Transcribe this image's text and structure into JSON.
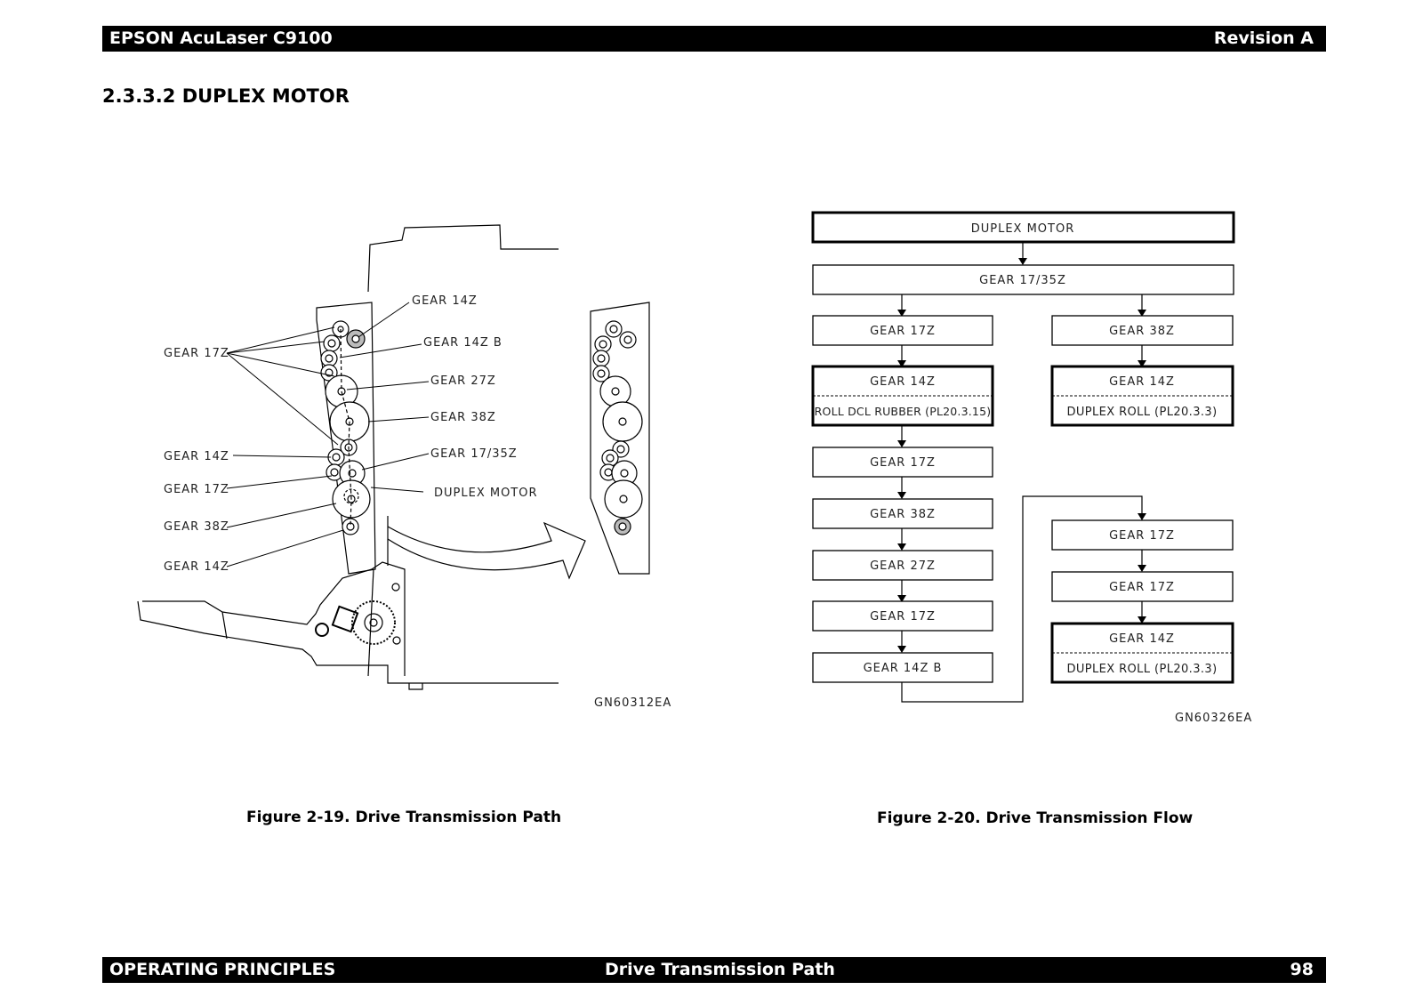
{
  "header": {
    "left": "EPSON AcuLaser C9100",
    "right": "Revision A"
  },
  "section_title": "2.3.3.2  DUPLEX MOTOR",
  "figure19": {
    "labels": {
      "gear_14z_top": "GEAR 14Z",
      "gear_14z_b": "GEAR 14Z B",
      "gear_27z": "GEAR 27Z",
      "gear_38z_right": "GEAR 38Z",
      "gear_17_35z": "GEAR 17/35Z",
      "duplex_motor": "DUPLEX MOTOR",
      "gear_17z_left": "GEAR 17Z",
      "gear_14z_left": "GEAR 14Z",
      "gear_17z_left2": "GEAR 17Z",
      "gear_38z_left": "GEAR 38Z",
      "gear_14z_left2": "GEAR 14Z"
    },
    "code": "GN60312EA",
    "caption": "Figure 2-19.  Drive Transmission Path"
  },
  "figure20": {
    "boxes": {
      "duplex_motor": "DUPLEX MOTOR",
      "gear_17_35z": "GEAR 17/35Z",
      "left_gear_17z_1": "GEAR 17Z",
      "left_gear_14z": "GEAR 14Z",
      "left_roll_dcl": "ROLL DCL RUBBER (PL20.3.15)",
      "left_gear_17z_2": "GEAR 17Z",
      "left_gear_38z": "GEAR 38Z",
      "left_gear_27z": "GEAR 27Z",
      "left_gear_17z_3": "GEAR 17Z",
      "left_gear_14z_b": "GEAR 14Z B",
      "right_gear_38z": "GEAR 38Z",
      "right_gear_14z_1": "GEAR 14Z",
      "right_duplex_roll_1": "DUPLEX ROLL (PL20.3.3)",
      "right_gear_17z_1": "GEAR 17Z",
      "right_gear_17z_2": "GEAR 17Z",
      "right_gear_14z_2": "GEAR 14Z",
      "right_duplex_roll_2": "DUPLEX ROLL (PL20.3.3)"
    },
    "code": "GN60326EA",
    "caption": "Figure 2-20.  Drive Transmission Flow"
  },
  "footer": {
    "left": "OPERATING PRINCIPLES",
    "center": "Drive Transmission Path",
    "right": "98"
  }
}
